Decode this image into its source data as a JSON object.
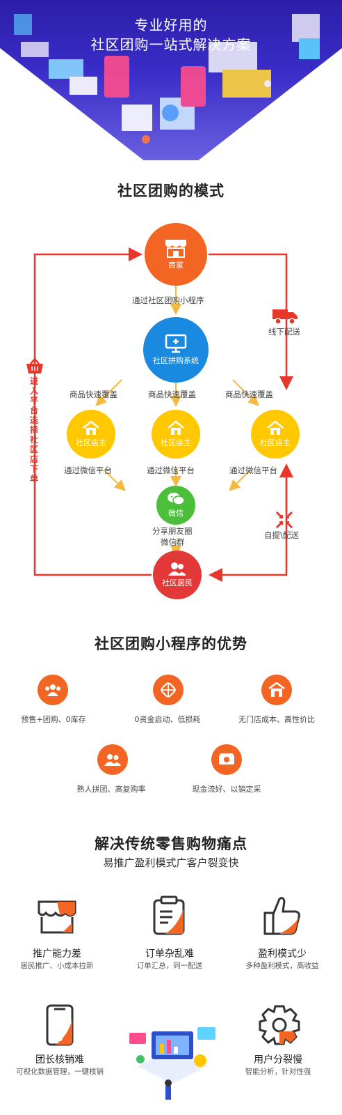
{
  "banner": {
    "line1": "专业好用的",
    "line2": "社区团购一站式解决方案"
  },
  "mode_section": {
    "title": "社区团购的模式",
    "merchant": "商家",
    "via_mini_program": "通过社区团购小程序",
    "platform": "社区拼购系统",
    "offline_delivery": "线下配送",
    "left_side_text": "进入平台选择社区店下单",
    "coverage": [
      "商品快速覆盖",
      "商品快速覆盖",
      "商品快速覆盖"
    ],
    "store_owner": [
      "社区店主",
      "社区店主",
      "社区店主"
    ],
    "via_wechat": [
      "通过微信平台",
      "通过微信平台",
      "通过微信平台"
    ],
    "wechat": "微信",
    "share_line1": "分享朋友圈",
    "share_line2": "微信群",
    "pickup_delivery": "自提\\配送",
    "resident": "社区居民"
  },
  "advantages": {
    "title": "社区团购小程序的优势",
    "items": [
      {
        "label": "预售+团购、0库存",
        "icon": "group-icon"
      },
      {
        "label": "0资金启动、低损耗",
        "icon": "target-icon"
      },
      {
        "label": "无门店成本、高性价比",
        "icon": "store-icon"
      },
      {
        "label": "熟人拼团、高复购率",
        "icon": "people-icon"
      },
      {
        "label": "现金流好、以销定采",
        "icon": "cash-icon"
      }
    ]
  },
  "pain_points": {
    "title": "解决传统零售购物痛点",
    "subtitle": "易推广盈利模式广客户裂变快",
    "items": [
      {
        "title": "推广能力差",
        "desc": "居民推广、小成本拉新",
        "icon": "shop-awning-icon"
      },
      {
        "title": "订单杂乱难",
        "desc": "订单汇总，同一配送",
        "icon": "clipboard-icon"
      },
      {
        "title": "盈利模式少",
        "desc": "多种盈利模式，高收益",
        "icon": "thumbs-up-icon"
      },
      {
        "title": "团长核销难",
        "desc": "可视化数据管理，一键核销",
        "icon": "phone-icon"
      },
      {
        "title": "用户分裂慢",
        "desc": "智能分析，针对性强",
        "icon": "gear-icon"
      }
    ]
  },
  "colors": {
    "orange": "#f26522",
    "blue": "#1a8ae0",
    "yellow": "#ffc800",
    "green": "#4cbf3a",
    "red": "#e23838",
    "arrow_red": "#e8362b",
    "arrow_yellow": "#f5b93f",
    "banner_blue": "#2c1ea8"
  }
}
